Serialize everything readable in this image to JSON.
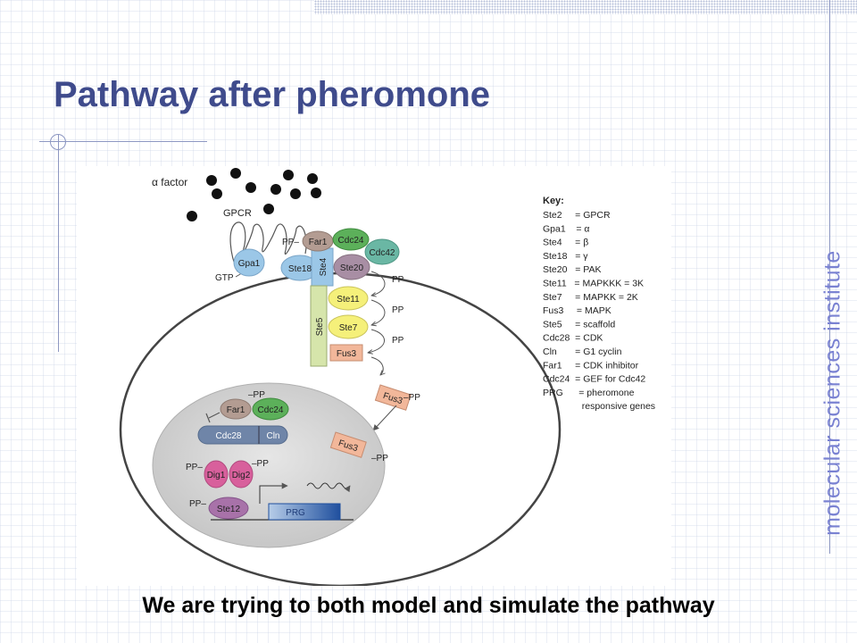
{
  "slide": {
    "title": "Pathway after pheromone",
    "side_brand": "molecular sciences institute",
    "caption": "We are trying to both model and simulate the pathway"
  },
  "colors": {
    "title": "#3f4b8c",
    "brand": "#7a82d2",
    "cell_membrane": "#444444",
    "nucleus": "#d4d4d4",
    "tan": "#b39c92",
    "green": "#5cb05a",
    "teal": "#6ab7a4",
    "lavender": "#a88ea4",
    "blue_light": "#9bc7e7",
    "yellow": "#f5f07a",
    "light_green": "#d6e5ab",
    "orange": "#f2b79a",
    "slate": "#6f85a8",
    "pink": "#d8609c",
    "purple": "#a872a9",
    "prg_blue": "#2a5aa8"
  },
  "diagram": {
    "alpha_factor": "α factor",
    "gpcr": "GPCR",
    "gtp": "GTP",
    "gpa1": "Gpa1",
    "ste18": "Ste18",
    "ste4": "Ste4",
    "ste5": "Ste5",
    "far1": "Far1",
    "cdc24": "Cdc24",
    "cdc42": "Cdc42",
    "ste20": "Ste20",
    "ste11": "Ste11",
    "ste7": "Ste7",
    "fus3": "Fus3",
    "pp": "PP",
    "pp_prefix": "PP–",
    "pp_suffix": "–PP",
    "cdc28": "Cdc28",
    "cln": "Cln",
    "dig1": "Dig1",
    "dig2": "Dig2",
    "ste12": "Ste12",
    "prg": "PRG"
  },
  "key": {
    "title": "Key:",
    "entries": [
      "Ste2     = GPCR",
      "Gpa1    = α",
      "Ste4     = β",
      "Ste18   = γ",
      "Ste20   = PAK",
      "Ste11   = MAPKKK = 3K",
      "Ste7     = MAPKK = 2K",
      "Fus3     = MAPK",
      "Ste5     = scaffold",
      "Cdc28  = CDK",
      "Cln       = G1 cyclin",
      "Far1     = CDK inhibitor",
      "Cdc24  = GEF for Cdc42",
      "PRG      = pheromone",
      "               responsive genes"
    ]
  }
}
